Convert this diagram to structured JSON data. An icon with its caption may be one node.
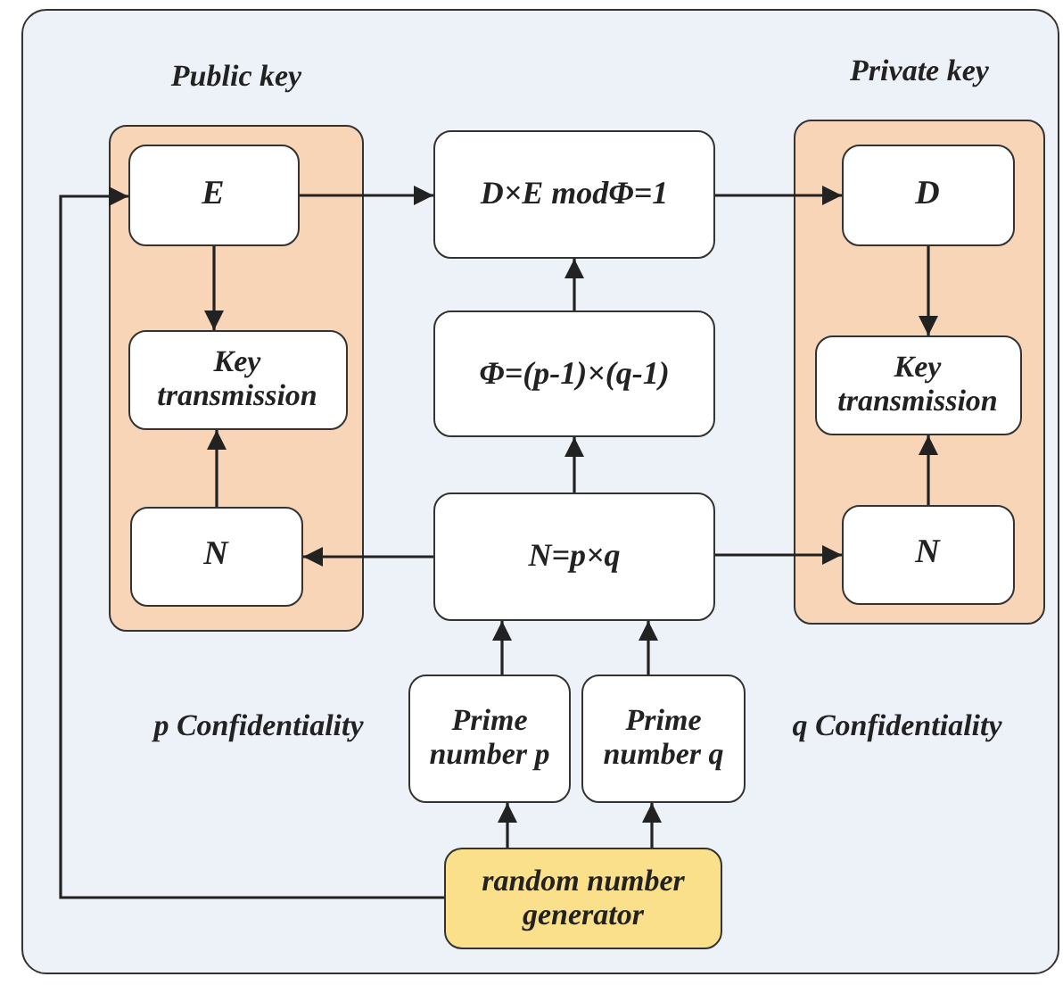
{
  "diagram": {
    "nodes": [
      {
        "text": [
          "Public key"
        ]
      },
      {
        "text": [
          "E"
        ],
        "in": 0
      },
      {
        "text": [
          "Key transmission"
        ],
        "in": 0
      },
      {
        "text": [
          "N"
        ],
        "in": 0
      },
      {
        "text": [
          "Private key"
        ]
      },
      {
        "text": [
          "D"
        ],
        "in": 4
      },
      {
        "text": [
          "Key transmission"
        ],
        "in": 4
      },
      {
        "text": [
          "N"
        ],
        "in": 4
      },
      {
        "text": [
          "D×E modΦ=1"
        ]
      },
      {
        "text": [
          "Φ=(p-1)×(q-1)"
        ]
      },
      {
        "text": [
          "N=p×q"
        ]
      },
      {
        "text": [
          "Prime number p"
        ]
      },
      {
        "text": [
          "Prime number q"
        ]
      },
      {
        "text": [
          "random number generator"
        ]
      }
    ],
    "edges": [
      {
        "from": 1,
        "to": 8,
        "arrow": "to"
      },
      {
        "from": 8,
        "to": 5,
        "arrow": "to"
      },
      {
        "from": 1,
        "to": 2,
        "arrow": "to"
      },
      {
        "from": 3,
        "to": 2,
        "arrow": "to"
      },
      {
        "from": 5,
        "to": 6,
        "arrow": "to"
      },
      {
        "from": 7,
        "to": 6,
        "arrow": "to"
      },
      {
        "from": 9,
        "to": 8,
        "arrow": "to"
      },
      {
        "from": 10,
        "to": 9,
        "arrow": "to"
      },
      {
        "from": 10,
        "to": 3,
        "arrow": "to"
      },
      {
        "from": 10,
        "to": 7,
        "arrow": "to"
      },
      {
        "from": 11,
        "to": 10,
        "arrow": "to"
      },
      {
        "from": 12,
        "to": 10,
        "arrow": "to"
      },
      {
        "from": 13,
        "to": 11,
        "arrow": "to"
      },
      {
        "from": 13,
        "to": 12,
        "arrow": "to"
      },
      {
        "from": 13,
        "to": 1,
        "arrow": "to"
      }
    ],
    "labels": [
      "p Confidentiality",
      "q Confidentiality"
    ]
  }
}
